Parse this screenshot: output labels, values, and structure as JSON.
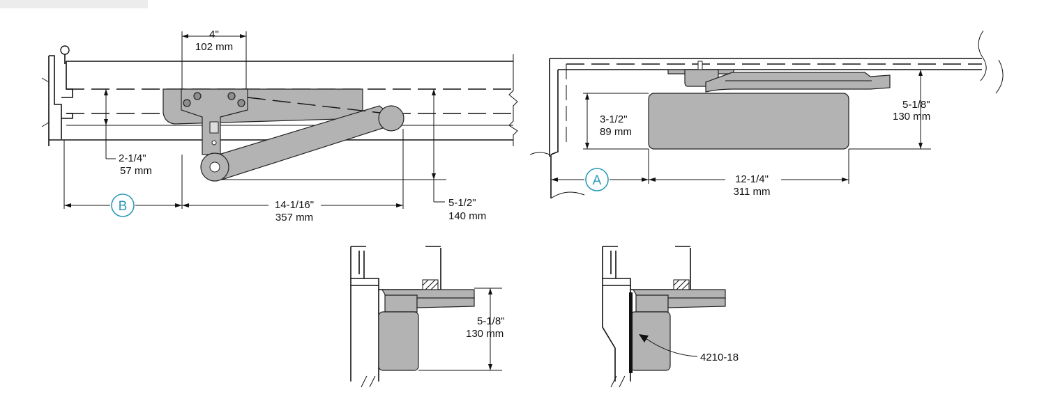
{
  "dimensions": {
    "top_left": {
      "width_hinge": {
        "imperial": "4\"",
        "metric": "102 mm"
      },
      "offset_vertical": {
        "imperial": "2-1/4\"",
        "metric": "57 mm"
      },
      "arm_length": {
        "imperial": "14-1/16\"",
        "metric": "357 mm"
      },
      "arm_drop": {
        "imperial": "5-1/2\"",
        "metric": "140 mm"
      },
      "callout": "B"
    },
    "top_right": {
      "body_height": {
        "imperial": "3-1/2\"",
        "metric": "89 mm"
      },
      "overall_height": {
        "imperial": "5-1/8\"",
        "metric": "130 mm"
      },
      "body_length": {
        "imperial": "12-1/4\"",
        "metric": "311 mm"
      },
      "callout": "A"
    },
    "bottom_left": {
      "overall_height": {
        "imperial": "5-1/8\"",
        "metric": "130 mm"
      }
    },
    "bottom_right": {
      "part_number": "4210-18"
    }
  },
  "colors": {
    "part_fill": "#b3b3b3",
    "part_dark": "#8e8e8e",
    "callout": "#2a9bb8",
    "line": "#111111"
  }
}
